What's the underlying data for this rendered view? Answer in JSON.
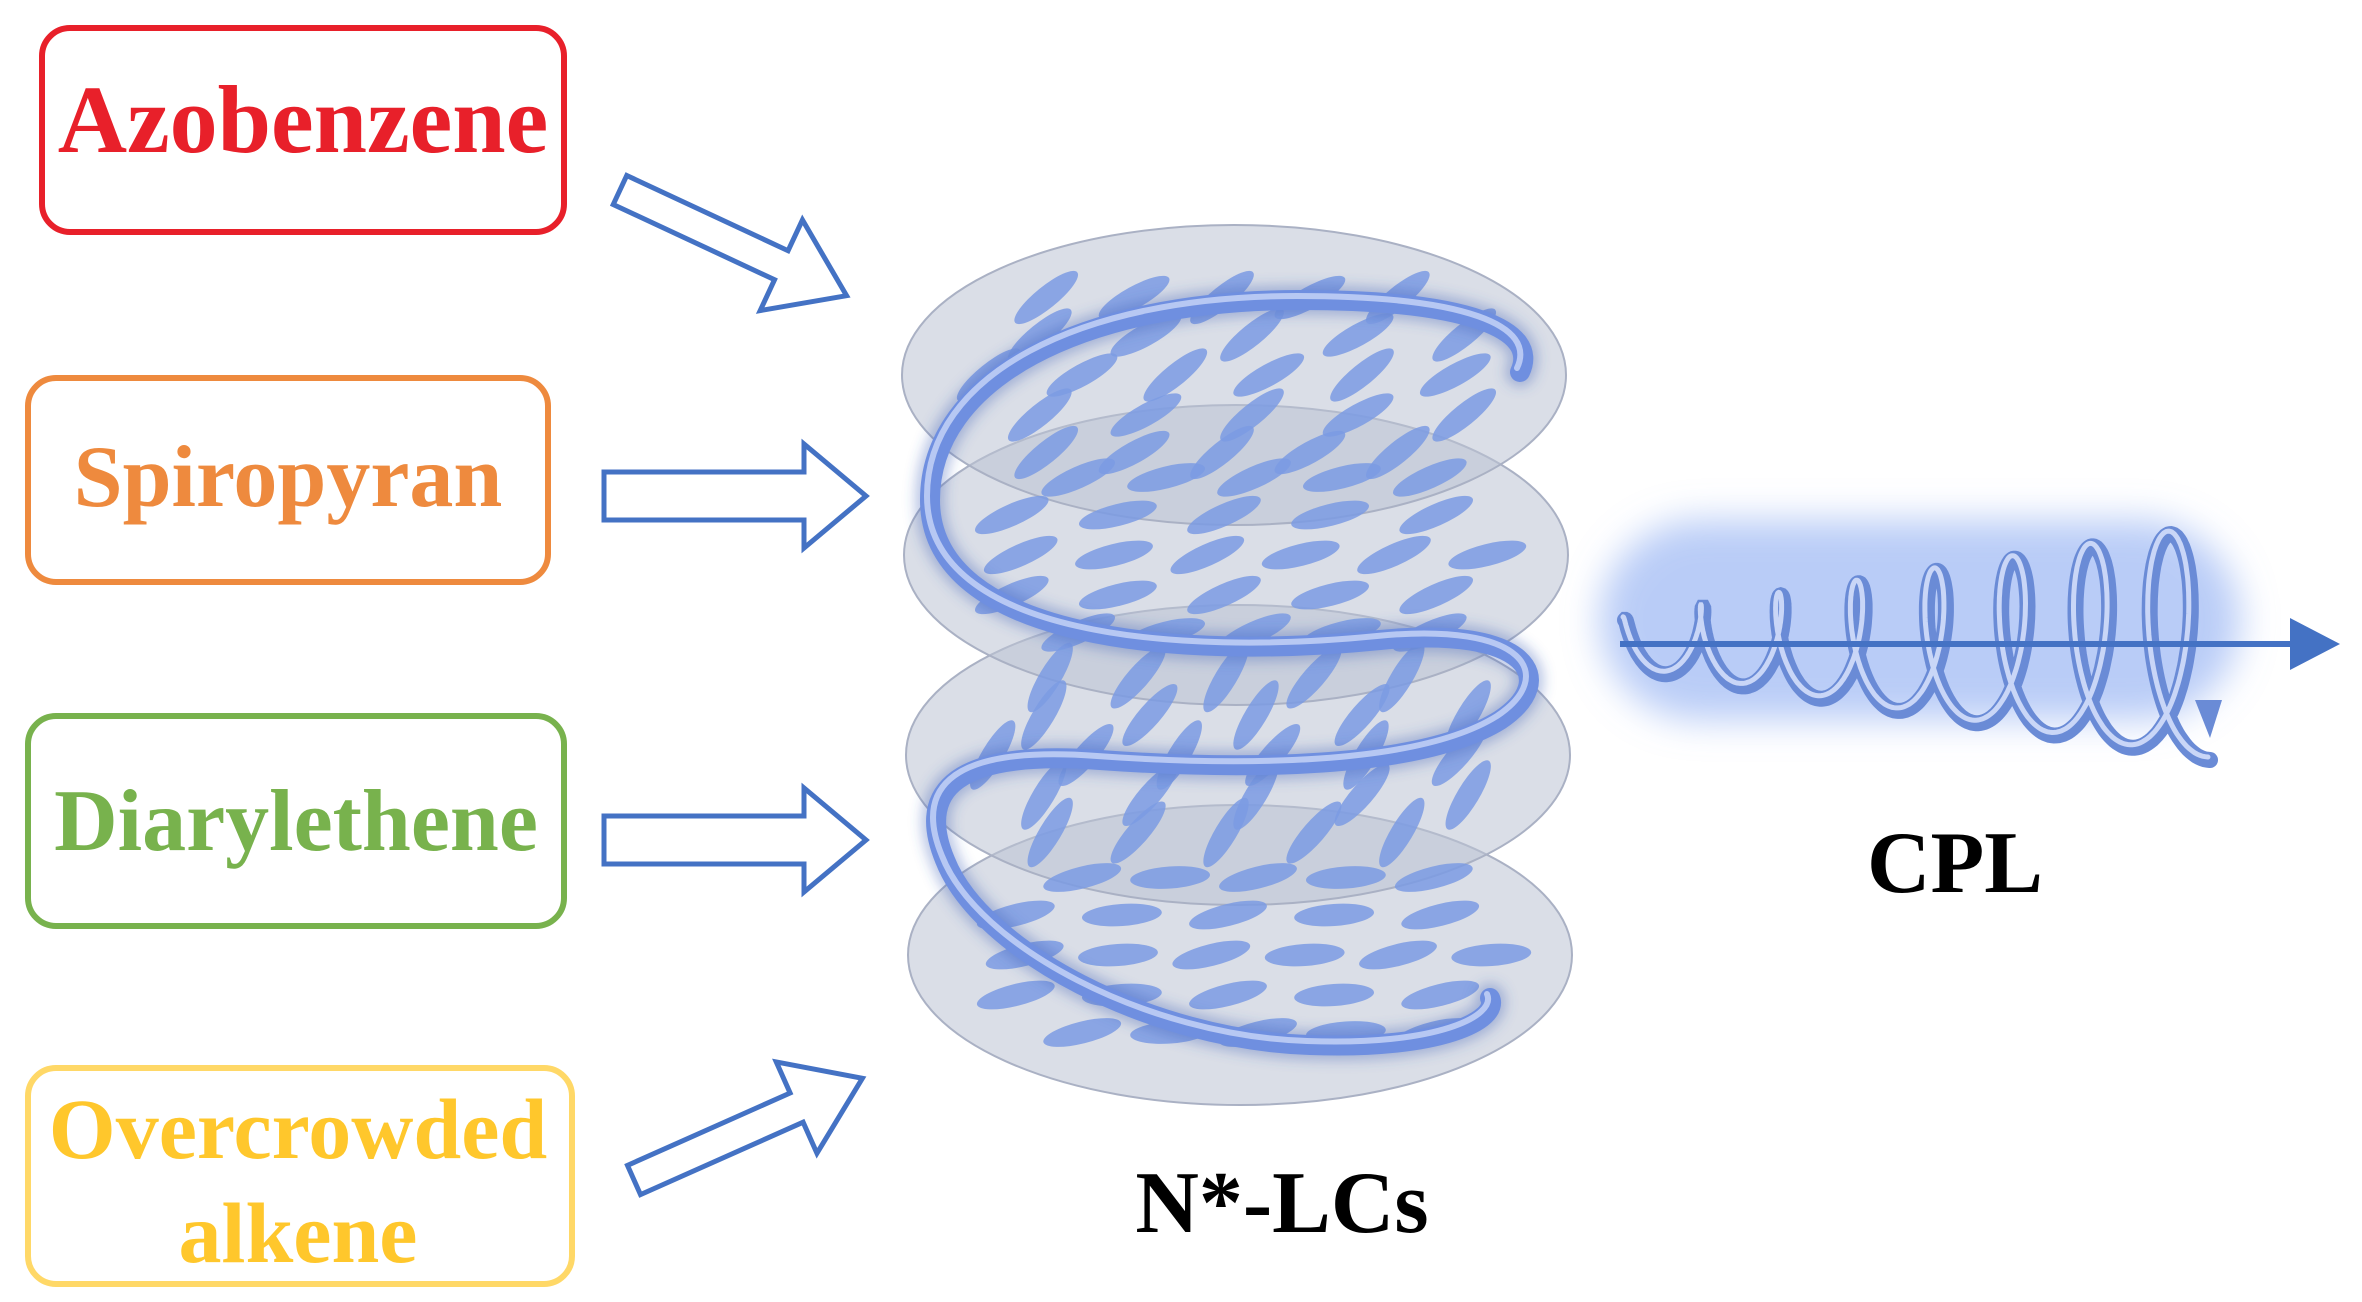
{
  "switches": [
    {
      "label": "Azobenzene",
      "color": "#e8202a"
    },
    {
      "label": "Spiropyran",
      "color": "#ee8a3e"
    },
    {
      "label": "Diarylethene",
      "color": "#78b24d"
    },
    {
      "label": "Overcrowded alkene",
      "line1": "Overcrowded",
      "line2": "alkene",
      "color": "#ffc72c"
    }
  ],
  "arrow_color": "#4472c4",
  "center_label": "N*-LCs",
  "output_label": "CPL",
  "helix_color": "#6f8fe0",
  "molecule_color": "#7b9be3",
  "disk_color": "#bcc2d3"
}
